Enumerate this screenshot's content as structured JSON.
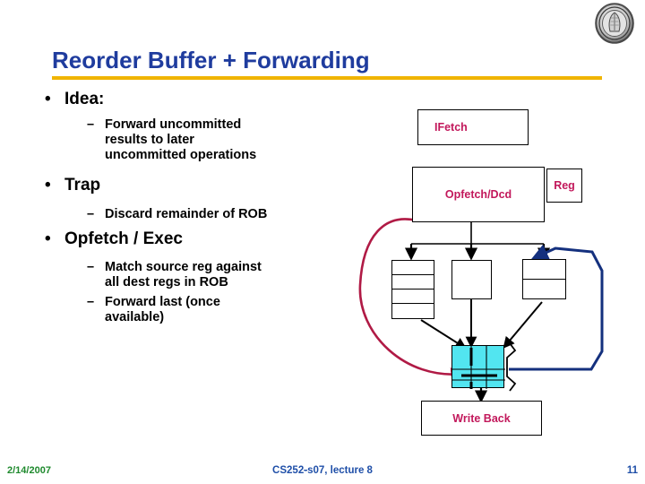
{
  "slide": {
    "title": "Reorder Buffer + Forwarding",
    "accent_title_color": "#1f3c9e",
    "accent_rule_color": "#f0b400",
    "diagram_label_color": "#c2185b",
    "rob_fill_color": "#52e5f0",
    "forward_path_color": "#b01a45",
    "commit_path_color": "#14307e"
  },
  "bullets": [
    {
      "label": "Idea:",
      "subs": [
        "Forward uncommitted",
        "results to later",
        "uncommitted operations"
      ]
    },
    {
      "label": "Trap",
      "subs": [
        "Discard remainder of ROB"
      ]
    },
    {
      "label": "Opfetch / Exec",
      "subs": [
        "Match source reg against",
        "all dest regs in ROB",
        "Forward last (once",
        "available)"
      ]
    }
  ],
  "bullet_glyphs": {
    "level1": "•",
    "level2": "–"
  },
  "diagram": {
    "ifetch": "IFetch",
    "opfetch_dcd": "Opfetch/Dcd",
    "reg": "Reg",
    "write_back": "Write Back",
    "exec_units": [
      "",
      "",
      ""
    ],
    "rob": ""
  },
  "footer": {
    "date": "2/14/2007",
    "course_prefix": "CS252",
    "course_dash": "-",
    "course_suffix": "s07, lecture 8",
    "page": "11"
  }
}
